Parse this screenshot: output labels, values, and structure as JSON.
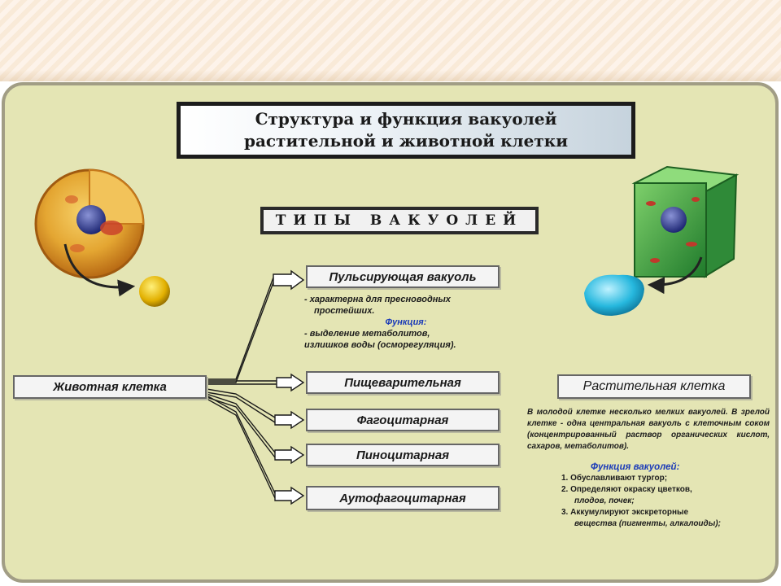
{
  "title": {
    "line1": "Структура и функция вакуолей",
    "line2": "растительной и животной клетки"
  },
  "types_heading": "ТИПЫ ВАКУОЛЕЙ",
  "animal_cell": "Животная клетка",
  "plant_cell": "Растительная клетка",
  "vacuole_types": [
    "Пульсирующая вакуоль",
    "Пищеварительная",
    "Фагоцитарная",
    "Пиноцитарная",
    "Аутофагоцитарная"
  ],
  "pulsating_info": {
    "line1": "- характерна для пресноводных",
    "line2": "простейших.",
    "function_label": "Функция:",
    "line3": "- выделение метаболитов,",
    "line4": "излишков воды (осморегуляция)."
  },
  "plant_info": {
    "paragraph": "В молодой клетке несколько мелких вакуолей. В зрелой клетке - одна центральная вакуоль с клеточным соком (концентрированный раствор органических кислот, сахаров, метаболитов).",
    "function_label": "Функция вакуолей:",
    "items": [
      "1. Обуславливают тургор;",
      "2. Определяют окраску цветков,",
      "плодов, почек;",
      "3. Аккумулируют экскреторные",
      "вещества (пигменты, алкалоиды);"
    ]
  }
}
